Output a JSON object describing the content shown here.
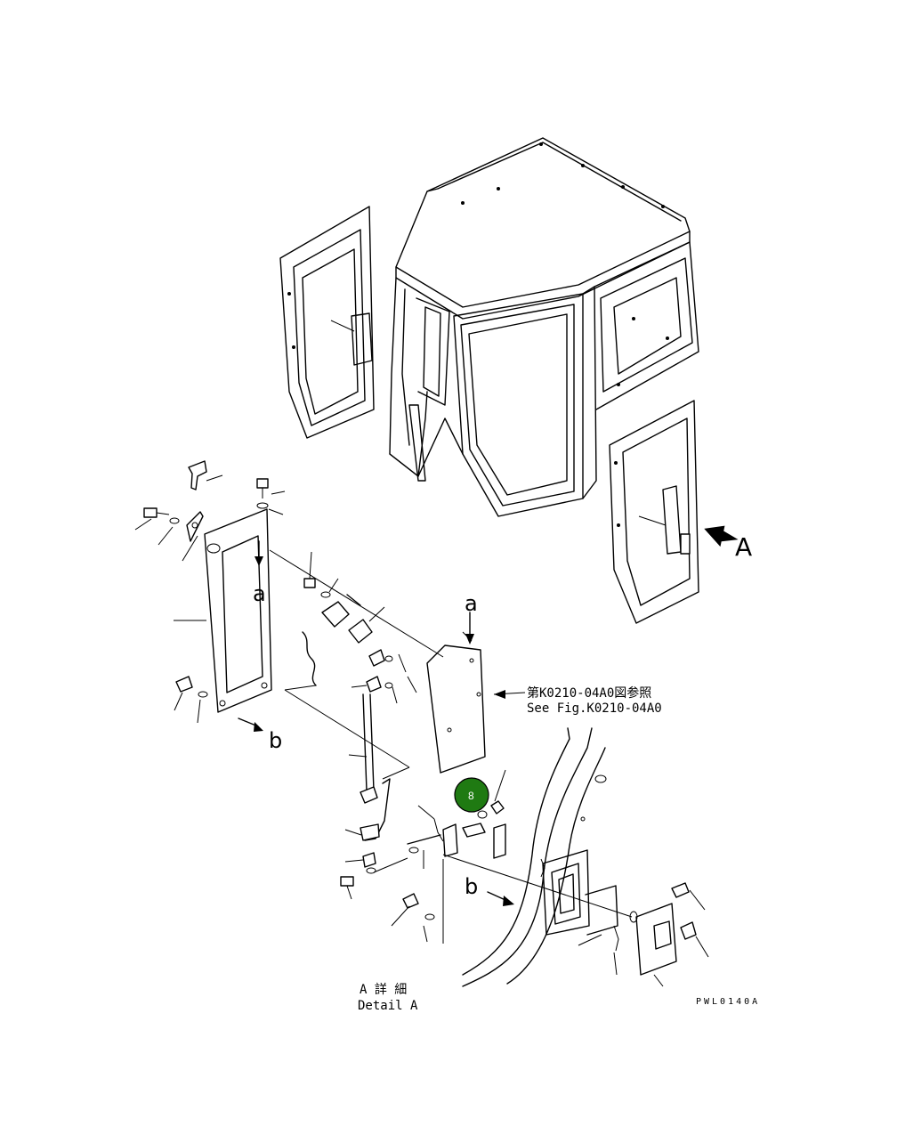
{
  "labels": {
    "view_a": "A",
    "detail_a_ja": "A 詳 細",
    "detail_a_en": "Detail A",
    "ref_ja": "第K0210-04A0図参照",
    "ref_en": "See Fig.K0210-04A0",
    "drawing_code": "PWL0140A",
    "arrow_a": "a",
    "arrow_b": "b",
    "callout_a": "a",
    "callout_b": "b"
  },
  "callout": {
    "number": "8",
    "color": "#1f7a12"
  }
}
